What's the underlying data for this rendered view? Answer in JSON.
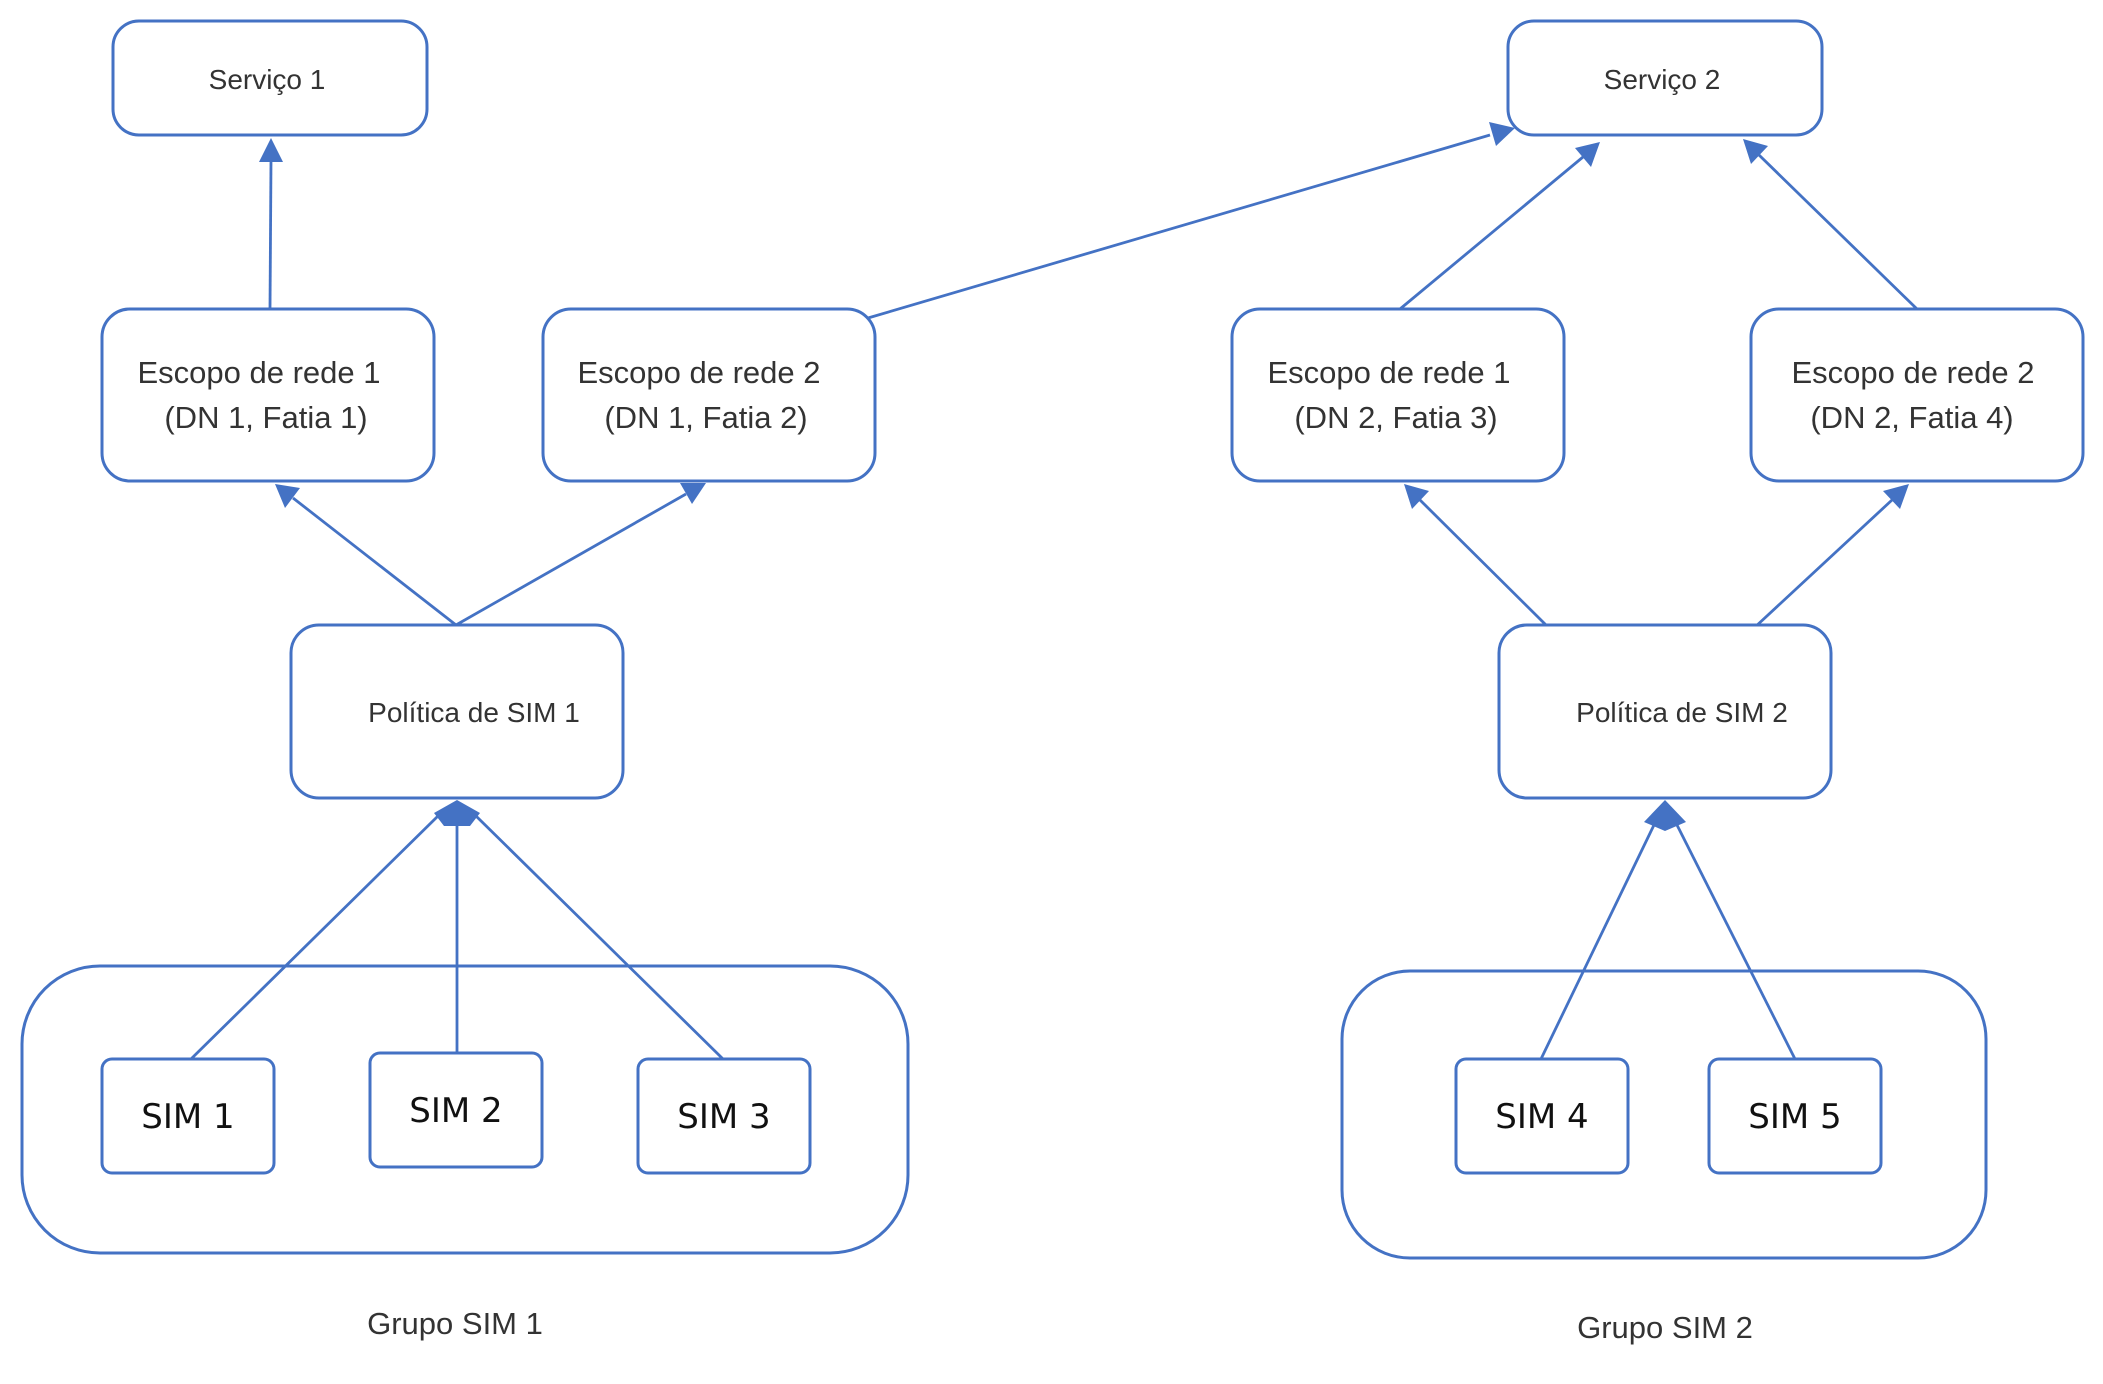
{
  "services": {
    "service1": "Serviço 1",
    "service2": "Serviço 2"
  },
  "network_scopes": {
    "scope_dn1_1": {
      "line1": "Escopo de rede 1",
      "line2": "(DN 1, Fatia 1)"
    },
    "scope_dn1_2": {
      "line1": "Escopo de rede 2",
      "line2": "(DN 1, Fatia 2)"
    },
    "scope_dn2_1": {
      "line1": "Escopo de rede 1",
      "line2": "(DN 2, Fatia 3)"
    },
    "scope_dn2_2": {
      "line1": "Escopo de rede 2",
      "line2": "(DN 2, Fatia 4)"
    }
  },
  "sim_policies": {
    "policy1": "Política de SIM 1",
    "policy2": "Política de SIM 2"
  },
  "sims": {
    "sim1": "SIM 1",
    "sim2": "SIM 2",
    "sim3": "SIM 3",
    "sim4": "SIM 4",
    "sim5": "SIM 5"
  },
  "groups": {
    "group1": "Grupo SIM 1",
    "group2": "Grupo SIM 2"
  },
  "colors": {
    "stroke": "#4472c4",
    "text": "#333333"
  }
}
